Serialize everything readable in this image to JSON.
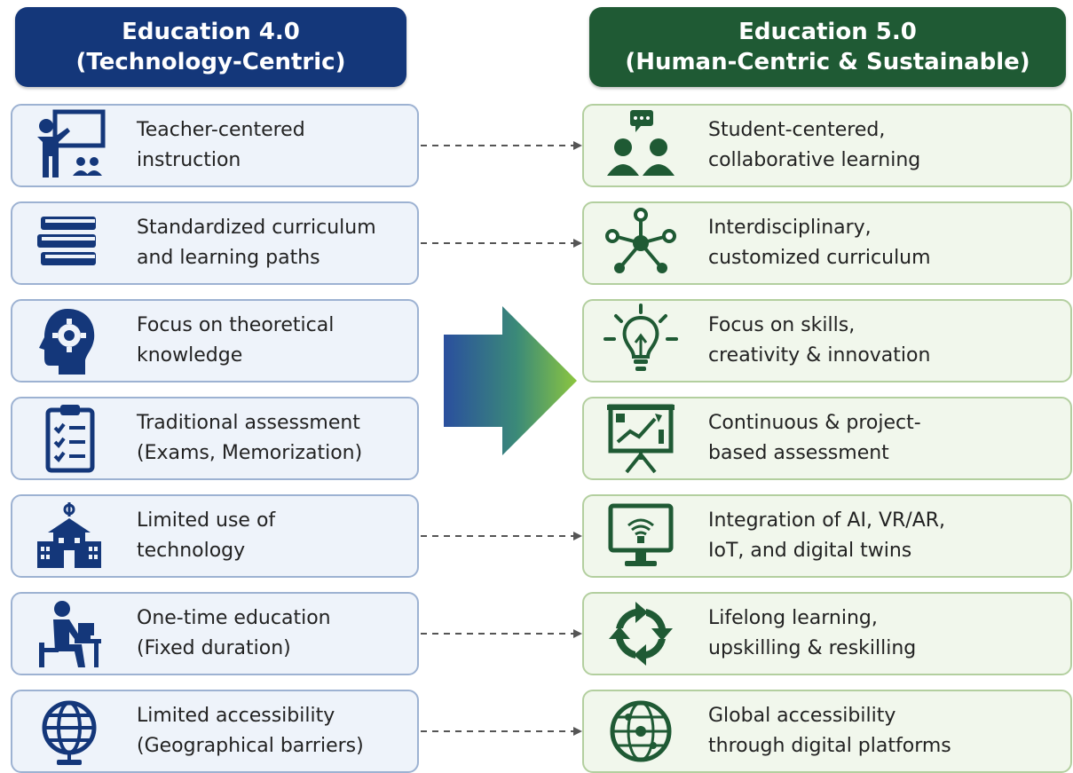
{
  "left_header": {
    "line1": "Education 4.0",
    "line2": "(Technology-Centric)"
  },
  "right_header": {
    "line1": "Education 5.0",
    "line2": "(Human-Centric & Sustainable)"
  },
  "rows": [
    {
      "left": {
        "line1": "Teacher-centered",
        "line2": "instruction",
        "icon": "teacher-icon"
      },
      "right": {
        "line1": "Student-centered,",
        "line2": "collaborative learning",
        "icon": "collaboration-icon"
      }
    },
    {
      "left": {
        "line1": "Standardized curriculum",
        "line2": "and learning paths",
        "icon": "books-icon"
      },
      "right": {
        "line1": "Interdisciplinary,",
        "line2": "customized curriculum",
        "icon": "network-icon"
      }
    },
    {
      "left": {
        "line1": "Focus on theoretical",
        "line2": "knowledge",
        "icon": "head-gear-icon"
      },
      "right": {
        "line1": "Focus on skills,",
        "line2": "creativity & innovation",
        "icon": "lightbulb-icon"
      }
    },
    {
      "left": {
        "line1": "Traditional assessment",
        "line2": "(Exams, Memorization)",
        "icon": "clipboard-icon"
      },
      "right": {
        "line1": "Continuous & project-",
        "line2": "based assessment",
        "icon": "presentation-chart-icon"
      }
    },
    {
      "left": {
        "line1": "Limited use of",
        "line2": "technology",
        "icon": "school-building-icon"
      },
      "right": {
        "line1": "Integration of AI, VR/AR,",
        "line2": "IoT, and digital twins",
        "icon": "monitor-icon"
      }
    },
    {
      "left": {
        "line1": "One-time education",
        "line2": "(Fixed duration)",
        "icon": "student-desk-icon"
      },
      "right": {
        "line1": "Lifelong learning,",
        "line2": "upskilling & reskilling",
        "icon": "cycle-icon"
      }
    },
    {
      "left": {
        "line1": "Limited accessibility",
        "line2": "(Geographical barriers)",
        "icon": "globe-icon"
      },
      "right": {
        "line1": "Global accessibility",
        "line2": "through digital platforms",
        "icon": "globe-network-icon"
      }
    }
  ],
  "colors": {
    "blue": "#14377a",
    "green": "#1f5a34",
    "left_card": "#eef3fa",
    "right_card": "#f1f7ec"
  }
}
